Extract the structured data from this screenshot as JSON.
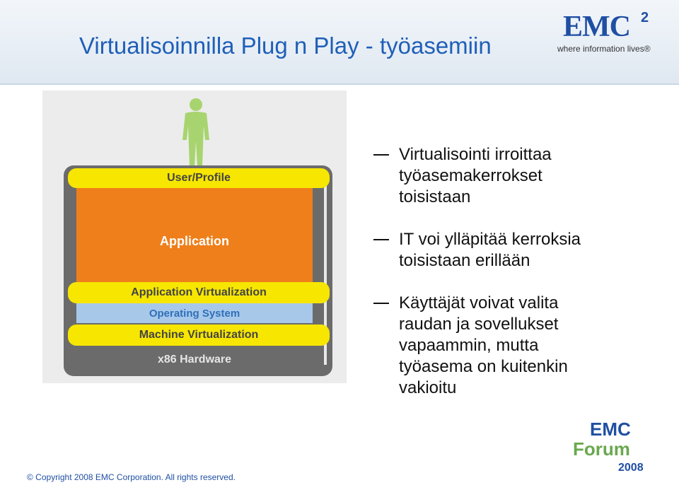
{
  "header": {
    "title": "Virtualisoinnilla Plug n Play - työasemiin",
    "logo_word": "EMC",
    "logo_superscript": "2",
    "logo_tagline": "where information lives®"
  },
  "diagram": {
    "layers": {
      "user_profile": "User/Profile",
      "application": "Application",
      "app_virtualization": "Application Virtualization",
      "operating_system": "Operating System",
      "machine_virtualization": "Machine Virtualization",
      "hardware": "x86 Hardware"
    },
    "icons": {
      "person": "person-icon"
    },
    "colors": {
      "yellow": "#f7e600",
      "orange": "#ef7f1a",
      "blue": "#a8c8ea",
      "frame": "#6b6b6b",
      "person": "#a8d46f"
    }
  },
  "bullets": [
    {
      "text": "Virtualisointi irroittaa\ntyöasemakerrokset\ntoisistaan"
    },
    {
      "text": "IT voi ylläpitää kerroksia\ntoisistaan erillään"
    },
    {
      "text": "Käyttäjät voivat valita\nraudan ja sovellukset\nvapaammin, mutta\ntyöasema on kuitenkin\nvakioitu"
    }
  ],
  "forum_logo": {
    "line1": "EMC",
    "line2": "Forum",
    "year": "2008"
  },
  "footer": {
    "copyright": "© Copyright 2008 EMC Corporation. All rights reserved."
  }
}
